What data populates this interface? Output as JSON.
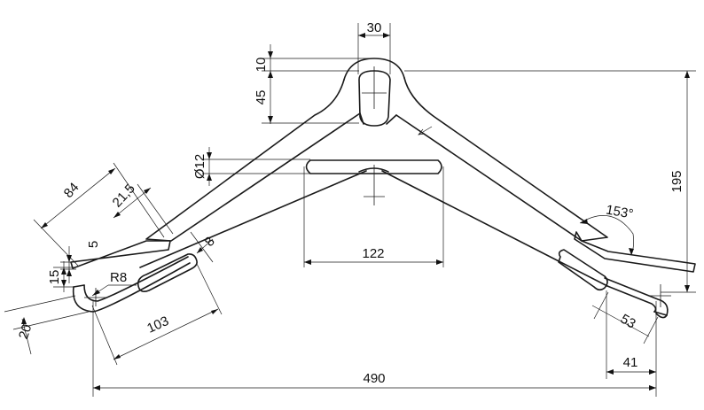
{
  "dimensions": {
    "hook_width": "30",
    "hook_top_offset": "10",
    "hook_depth": "45",
    "total_height": "195",
    "bar_diameter": "Ø12",
    "bar_length": "122",
    "arm_length": "84",
    "arm_step": "21,5",
    "arm_thickness": "5",
    "tip_height": "15",
    "tip_radius": "R8",
    "slot_width": "8",
    "slot_length": "103",
    "tip_offset": "20",
    "total_width": "490",
    "angle": "153°",
    "right_tip_length": "53",
    "right_tip_width": "41"
  }
}
